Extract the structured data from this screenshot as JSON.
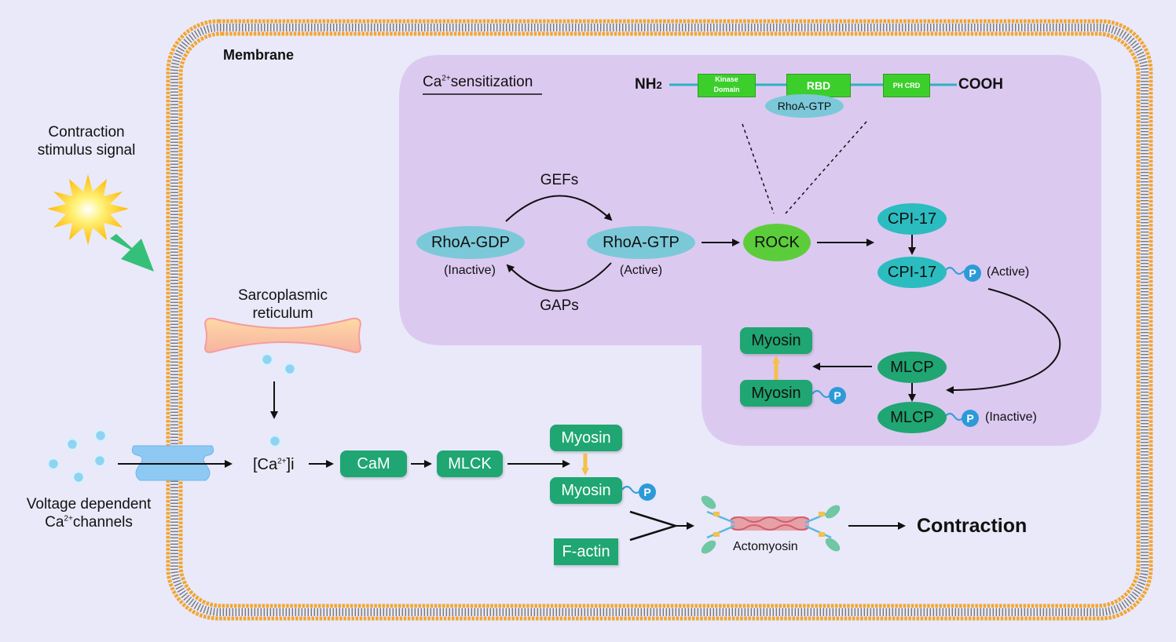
{
  "membrane": {
    "label": "Membrane"
  },
  "stimulus": {
    "line1": "Contraction",
    "line2": "stimulus signal"
  },
  "sr": {
    "line1": "Sarcoplasmic",
    "line2": "reticulum"
  },
  "channel": {
    "line1": "Voltage dependent",
    "line2_pre": "Ca",
    "line2_sup": "2+",
    "line2_post": "channels"
  },
  "calcium": {
    "pre": "[Ca",
    "sup": "2+",
    "post": "]i"
  },
  "main": {
    "cam": "CaM",
    "mlck": "MLCK",
    "myosin": "Myosin",
    "myosin_p": "Myosin",
    "factin": "F-actin",
    "actomyosin": "Actomyosin",
    "contraction": "Contraction",
    "p": "P"
  },
  "sensitization": {
    "title_pre": "Ca",
    "title_sup": "2+",
    "title_post": "sensitization",
    "nh2": "NH",
    "nh2_sub": "2",
    "cooh": "COOH",
    "kinase_line1": "Kinase",
    "kinase_line2": "Domain",
    "rbd": "RBD",
    "ph_crd": "PH CRD",
    "rhoa_gtp_bound": "RhoA-GTP",
    "gefs": "GEFs",
    "gaps": "GAPs",
    "rhoa_gdp": "RhoA-GDP",
    "rhoa_gtp": "RhoA-GTP",
    "inactive": "(Inactive)",
    "active": "(Active)",
    "rock": "ROCK",
    "cpi17": "CPI-17",
    "cpi17_p": "CPI-17",
    "active2": "(Active)",
    "mlcp": "MLCP",
    "mlcp_p": "MLCP",
    "inactive2": "(Inactive)",
    "myosin_top": "Myosin",
    "myosin_p": "Myosin"
  },
  "colors": {
    "background": "#e9e9f9",
    "membrane_head": "#f2a531",
    "sensitization_bg": "#dcc9f0",
    "green_box": "#1fa672",
    "rock": "#5ccd3a",
    "cpi17": "#2bbcc0",
    "rhoa": "#7bc9d8",
    "phosphate": "#2d9ad8"
  }
}
